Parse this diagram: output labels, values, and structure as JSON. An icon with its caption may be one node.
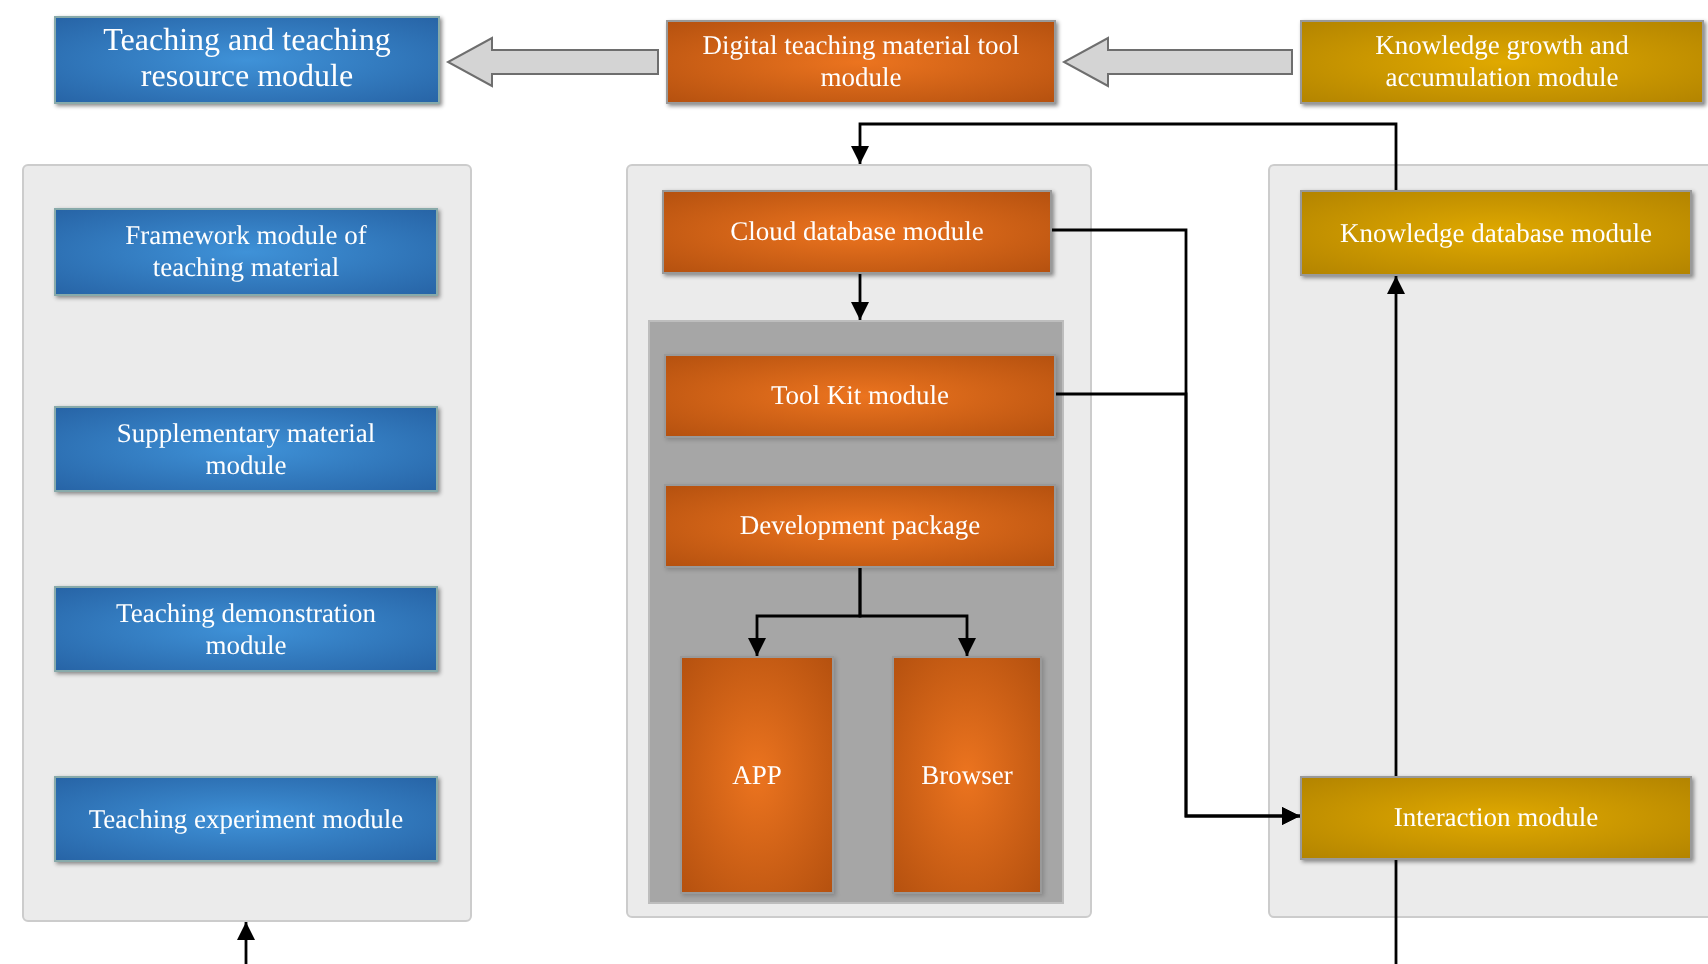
{
  "diagram": {
    "nodes": [
      {
        "text": [
          "Teaching and teaching resource module"
        ]
      },
      {
        "text": [
          "Digital teaching material tool module"
        ]
      },
      {
        "text": [
          "Knowledge growth and accumulation module"
        ]
      },
      {
        "text": [],
        "shape": "box"
      },
      {
        "text": [
          "Framework module of teaching material"
        ],
        "in": 3
      },
      {
        "text": [
          "Supplementary material module"
        ],
        "in": 3
      },
      {
        "text": [
          "Teaching demonstration module"
        ],
        "in": 3
      },
      {
        "text": [
          "Teaching experiment module"
        ],
        "in": 3
      },
      {
        "text": [],
        "shape": "box"
      },
      {
        "text": [
          "Cloud database module"
        ],
        "in": 8
      },
      {
        "text": [],
        "shape": "box",
        "in": 8
      },
      {
        "text": [
          "Tool Kit module"
        ],
        "in": 10
      },
      {
        "text": [
          "Development package"
        ],
        "in": 10
      },
      {
        "text": [
          "APP"
        ],
        "in": 10
      },
      {
        "text": [
          "Browser"
        ],
        "in": 10
      },
      {
        "text": [],
        "shape": "box"
      },
      {
        "text": [
          "Knowledge database module"
        ],
        "in": 15
      },
      {
        "text": [
          "Interaction module"
        ],
        "in": 15
      }
    ],
    "edges": [
      {
        "from": 1,
        "to": 0,
        "arrow": "to",
        "style": "thick"
      },
      {
        "from": 2,
        "to": 1,
        "arrow": "to",
        "style": "thick"
      },
      {
        "from": 16,
        "to": 8,
        "arrow": "to"
      },
      {
        "from": 9,
        "to": 10,
        "arrow": "to"
      },
      {
        "from": 9,
        "to": 17,
        "arrow": "to"
      },
      {
        "from": 11,
        "to": 17,
        "arrow": "to"
      },
      {
        "from": 12,
        "to": 13,
        "arrow": "to"
      },
      {
        "from": 12,
        "to": 14,
        "arrow": "to"
      },
      {
        "from": 17,
        "to": 16,
        "arrow": "to"
      },
      {
        "from": null,
        "to": 17,
        "arrow": "none"
      },
      {
        "from": null,
        "to": 3,
        "arrow": "to"
      }
    ]
  }
}
